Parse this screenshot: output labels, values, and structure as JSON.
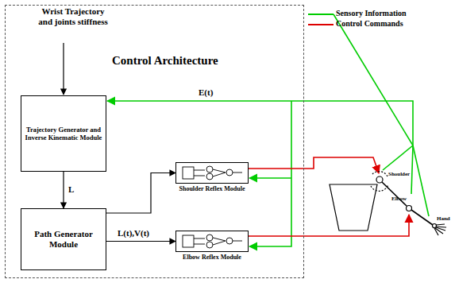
{
  "diagram": {
    "nodes": [
      {
        "text": [
          "Control Architecture"
        ]
      },
      {
        "text": [
          "Trajectory Generator and Inverse Kinematic Module"
        ],
        "in": 0
      },
      {
        "text": [
          "Path Generator Module"
        ],
        "in": 0
      },
      {
        "text": [
          "Shoulder Reflex Module"
        ],
        "in": 0
      },
      {
        "text": [
          "Elbow Reflex Module"
        ],
        "in": 0
      }
    ],
    "edges": [
      {
        "from": 1,
        "to": 2,
        "label": "L",
        "arrow": "to"
      },
      {
        "from": 2,
        "to": 3,
        "arrow": "to"
      },
      {
        "from": 2,
        "to": 4,
        "label": "L(t),V(t)",
        "arrow": "to"
      }
    ],
    "labels": [
      "Wrist Trajectory and joints stiffness",
      "E(t)",
      "Shoulder",
      "Elbow",
      "Hand"
    ],
    "legend": [
      {
        "text": "Sensory Information"
      },
      {
        "text": "Control Commands"
      }
    ]
  }
}
